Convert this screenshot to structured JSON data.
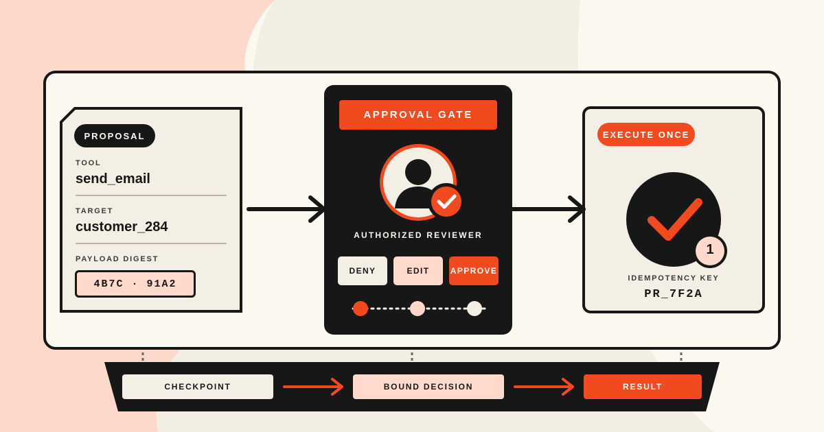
{
  "colors": {
    "ink": "#171717",
    "accent": "#f24a1f",
    "blush": "#ffd9cc",
    "cream": "#fbf8f0",
    "paper": "#f3efe4"
  },
  "proposal": {
    "badge": "PROPOSAL",
    "fields": [
      {
        "label": "TOOL",
        "value": "send_email"
      },
      {
        "label": "TARGET",
        "value": "customer_284"
      }
    ],
    "digest_label": "PAYLOAD DIGEST",
    "digest_value": "4B7C · 91A2"
  },
  "gate": {
    "title": "APPROVAL GATE",
    "reviewer_icon": "user-check-icon",
    "reviewer_label": "AUTHORIZED REVIEWER",
    "buttons": {
      "deny": "DENY",
      "edit": "EDIT",
      "approve": "APPROVE"
    },
    "steps": [
      {
        "state": "active"
      },
      {
        "state": "pending"
      },
      {
        "state": "pending"
      }
    ]
  },
  "execute": {
    "badge": "EXECUTE ONCE",
    "check_icon": "checkmark-icon",
    "count": "1",
    "key_label": "IDEMPOTENCY KEY",
    "key_value": "PR_7F2A"
  },
  "pipeline": {
    "stages": [
      "CHECKPOINT",
      "BOUND DECISION",
      "RESULT"
    ]
  }
}
